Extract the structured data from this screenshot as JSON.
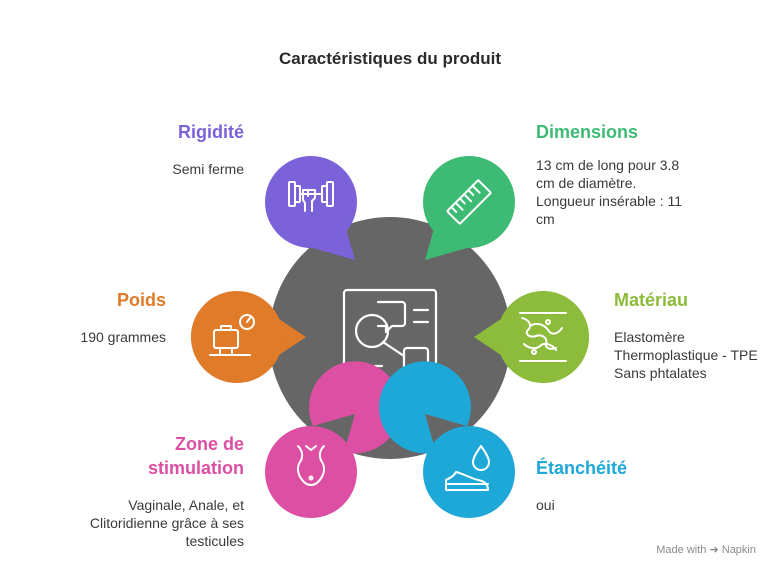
{
  "title": "Caractéristiques du produit",
  "features": {
    "rigidite": {
      "label": "Rigidité",
      "desc": "Semi ferme",
      "color": "#7b62d9",
      "icon": "dumbbell-hand-icon"
    },
    "dimensions": {
      "label": "Dimensions",
      "desc_lines": [
        "13 cm de long pour 3.8",
        "cm de diamètre.",
        "Longueur insérable : 11",
        "cm"
      ],
      "color": "#3dbb74",
      "icon": "ruler-icon"
    },
    "poids": {
      "label": "Poids",
      "desc": "190 grammes",
      "color": "#e07b2a",
      "icon": "scale-icon"
    },
    "materiau": {
      "label": "Matériau",
      "desc_lines": [
        "Elastomère",
        "Thermoplastique - TPE",
        "Sans phtalates"
      ],
      "color": "#8dbb3b",
      "icon": "material-icon"
    },
    "zone": {
      "label_lines": [
        "Zone de",
        "stimulation"
      ],
      "desc_lines": [
        "Vaginale, Anale, et",
        "Clitoridienne grâce à ses",
        "testicules"
      ],
      "color": "#dc4fa3",
      "icon": "body-icon"
    },
    "etancheite": {
      "label": "Étanchéité",
      "desc": "oui",
      "color": "#1ea8d8",
      "icon": "water-drop-icon"
    }
  },
  "center": {
    "color": "#666666",
    "icon": "product-board-icon"
  },
  "footer": {
    "made_with": "Made with",
    "brand": "Napkin"
  }
}
